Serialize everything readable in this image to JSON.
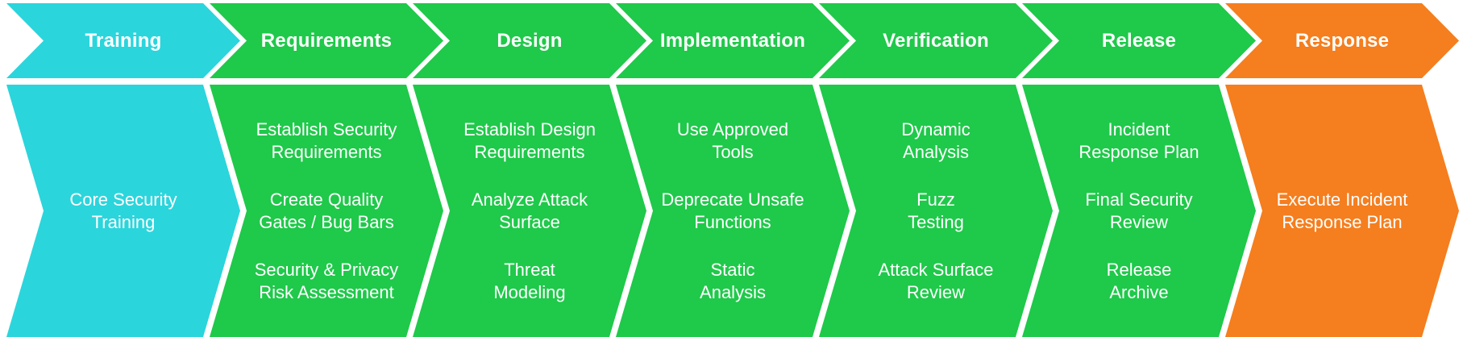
{
  "diagram": {
    "type": "process-flow",
    "orientation": "horizontal",
    "colors": {
      "background": "#FFFFFF",
      "text": "#FFFFFF",
      "training": "#2BD5DC",
      "core_phases": "#1FC94A",
      "response": "#F57E1E"
    },
    "phases": [
      {
        "label": "Training",
        "color": "#2BD5DC",
        "items": [
          "Core Security\nTraining"
        ]
      },
      {
        "label": "Requirements",
        "color": "#1FC94A",
        "items": [
          "Establish Security\nRequirements",
          "Create Quality\nGates / Bug Bars",
          "Security & Privacy\nRisk Assessment"
        ]
      },
      {
        "label": "Design",
        "color": "#1FC94A",
        "items": [
          "Establish Design\nRequirements",
          "Analyze Attack\nSurface",
          "Threat\nModeling"
        ]
      },
      {
        "label": "Implementation",
        "color": "#1FC94A",
        "items": [
          "Use Approved\nTools",
          "Deprecate Unsafe\nFunctions",
          "Static\nAnalysis"
        ]
      },
      {
        "label": "Verification",
        "color": "#1FC94A",
        "items": [
          "Dynamic\nAnalysis",
          "Fuzz\nTesting",
          "Attack Surface\nReview"
        ]
      },
      {
        "label": "Release",
        "color": "#1FC94A",
        "items": [
          "Incident\nResponse Plan",
          "Final Security\nReview",
          "Release\nArchive"
        ]
      },
      {
        "label": "Response",
        "color": "#F57E1E",
        "items": [
          "Execute Incident\nResponse Plan"
        ]
      }
    ]
  }
}
